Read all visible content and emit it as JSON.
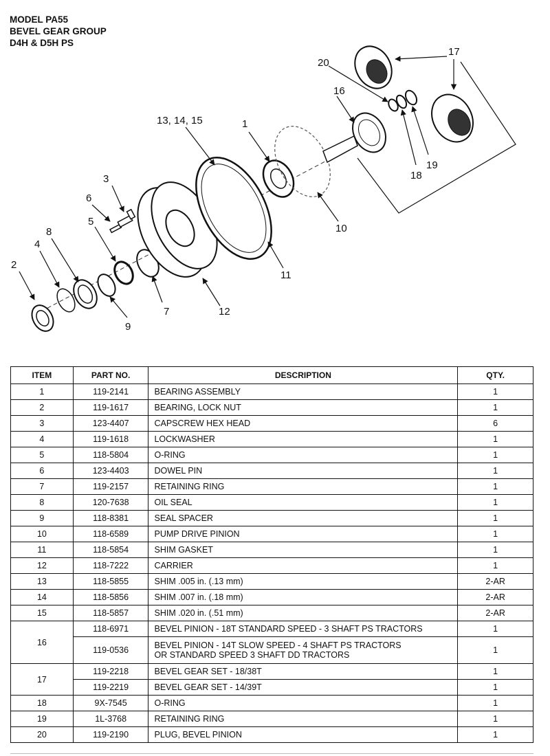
{
  "header": {
    "line1": "MODEL PA55",
    "line2": "BEVEL GEAR GROUP",
    "line3": "D4H & D5H PS"
  },
  "diagram": {
    "callouts": [
      "1",
      "2",
      "3",
      "4",
      "5",
      "6",
      "7",
      "8",
      "9",
      "10",
      "11",
      "12",
      "13, 14, 15",
      "16",
      "17",
      "18",
      "19",
      "20"
    ]
  },
  "table": {
    "headers": [
      "ITEM",
      "PART NO.",
      "DESCRIPTION",
      "QTY."
    ],
    "rows": [
      {
        "item": "1",
        "part": "119-2141",
        "desc": "BEARING ASSEMBLY",
        "qty": "1"
      },
      {
        "item": "2",
        "part": "119-1617",
        "desc": "BEARING, LOCK NUT",
        "qty": "1"
      },
      {
        "item": "3",
        "part": "123-4407",
        "desc": "CAPSCREW HEX HEAD",
        "qty": "6"
      },
      {
        "item": "4",
        "part": "119-1618",
        "desc": "LOCKWASHER",
        "qty": "1"
      },
      {
        "item": "5",
        "part": "118-5804",
        "desc": "O-RING",
        "qty": "1"
      },
      {
        "item": "6",
        "part": "123-4403",
        "desc": "DOWEL PIN",
        "qty": "1"
      },
      {
        "item": "7",
        "part": "119-2157",
        "desc": "RETAINING RING",
        "qty": "1"
      },
      {
        "item": "8",
        "part": "120-7638",
        "desc": "OIL SEAL",
        "qty": "1"
      },
      {
        "item": "9",
        "part": "118-8381",
        "desc": "SEAL SPACER",
        "qty": "1"
      },
      {
        "item": "10",
        "part": "118-6589",
        "desc": "PUMP DRIVE PINION",
        "qty": "1"
      },
      {
        "item": "11",
        "part": "118-5854",
        "desc": "SHIM GASKET",
        "qty": "1"
      },
      {
        "item": "12",
        "part": "118-7222",
        "desc": "CARRIER",
        "qty": "1"
      },
      {
        "item": "13",
        "part": "118-5855",
        "desc": "SHIM .005 in. (.13 mm)",
        "qty": "2-AR"
      },
      {
        "item": "14",
        "part": "118-5856",
        "desc": "SHIM .007 in. (.18 mm)",
        "qty": "2-AR"
      },
      {
        "item": "15",
        "part": "118-5857",
        "desc": "SHIM .020 in. (.51 mm)",
        "qty": "2-AR"
      },
      {
        "item": "16",
        "part": "118-6971",
        "desc": "BEVEL PINION - 18T STANDARD SPEED - 3 SHAFT PS TRACTORS",
        "qty": "1"
      },
      {
        "item": "",
        "part": "119-0536",
        "desc": "BEVEL PINION - 14T SLOW SPEED - 4 SHAFT PS TRACTORS",
        "desc2": "OR STANDARD SPEED 3 SHAFT DD TRACTORS",
        "qty": "1"
      },
      {
        "item": "17",
        "part": "119-2218",
        "desc": "BEVEL GEAR SET - 18/38T",
        "qty": "1"
      },
      {
        "item": "",
        "part": "119-2219",
        "desc": "BEVEL GEAR SET - 14/39T",
        "qty": "1"
      },
      {
        "item": "18",
        "part": "9X-7545",
        "desc": "O-RING",
        "qty": "1"
      },
      {
        "item": "19",
        "part": "1L-3768",
        "desc": "RETAINING RING",
        "qty": "1"
      },
      {
        "item": "20",
        "part": "119-2190",
        "desc": "PLUG, BEVEL PINION",
        "qty": "1"
      }
    ]
  }
}
